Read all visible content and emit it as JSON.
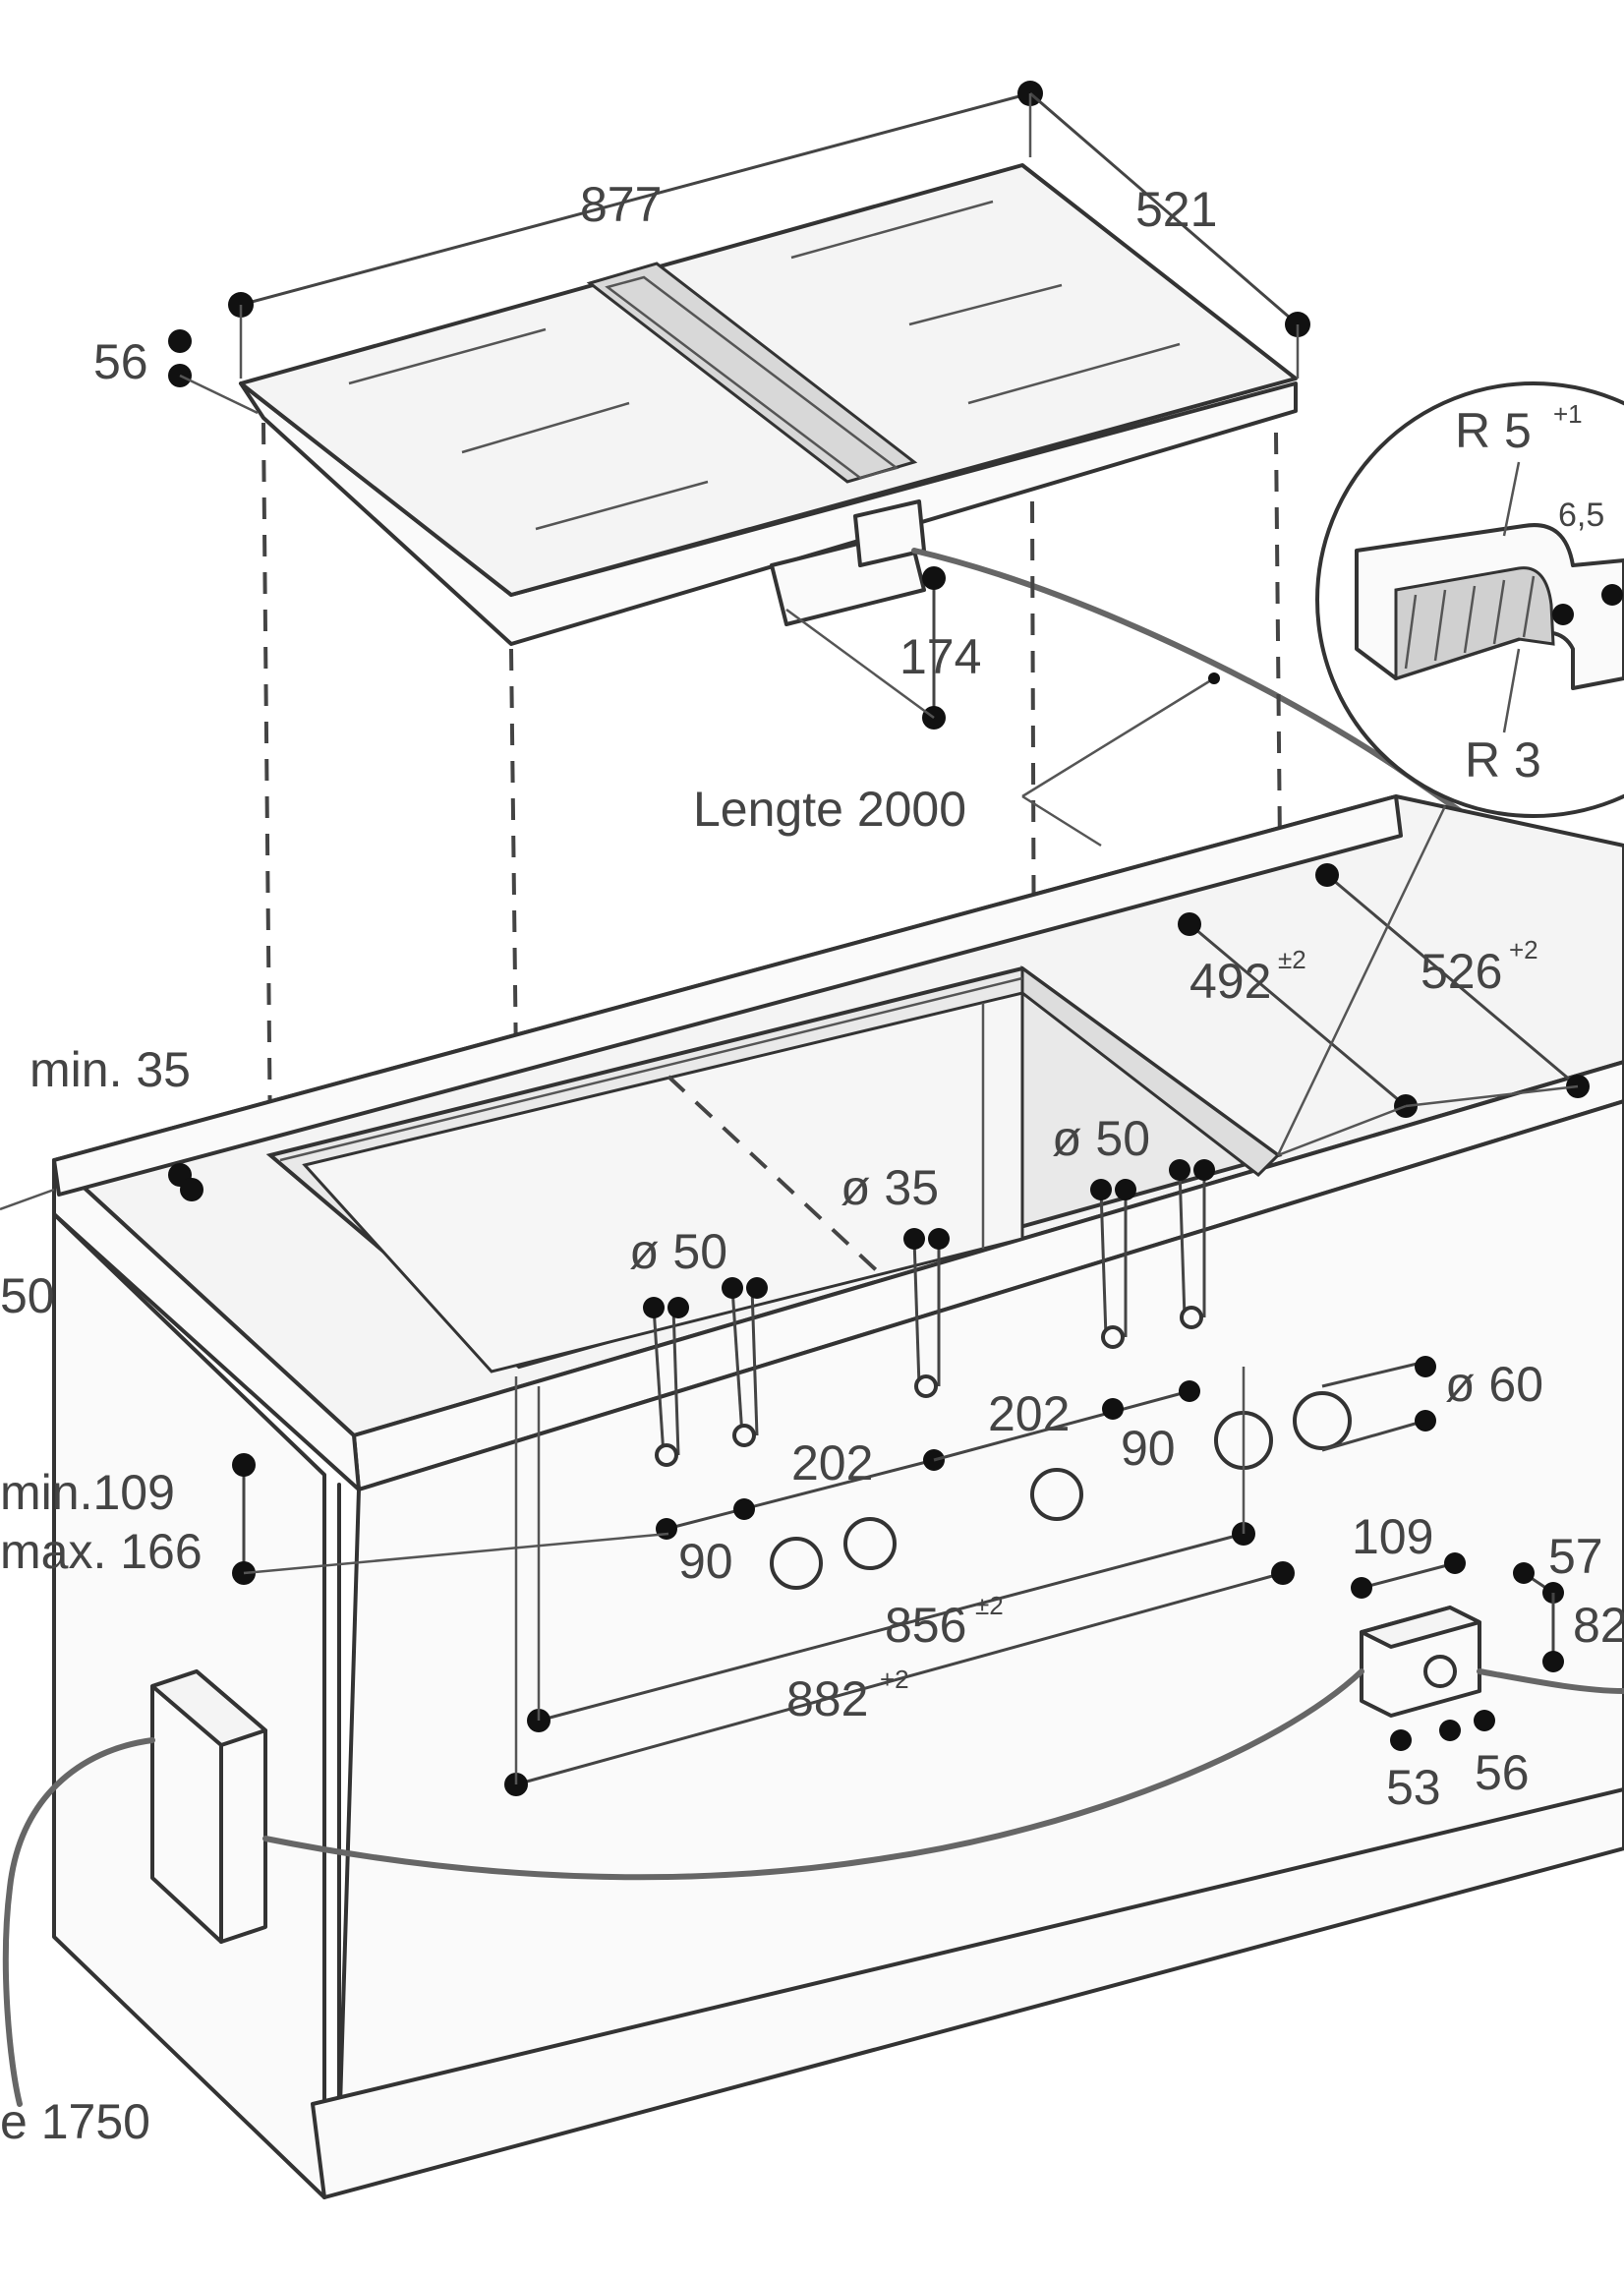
{
  "diagram": {
    "labels": {
      "width_877": "877",
      "depth_521": "521",
      "height_56": "56",
      "duct_174": "174",
      "cable_length": "Lengte 2000",
      "radius_top": "R 5",
      "radius_top_sup": "+1",
      "edge_6_5": "6,5",
      "radius_bottom": "R 3",
      "cutout_492": "492",
      "cutout_492_sup": "±2",
      "cutout_526": "526",
      "cutout_526_sup": "+2",
      "min_35": "min. 35",
      "left_partial_50": "50",
      "dia_50_center": "ø 50",
      "dia_35": "ø 35",
      "dia_50_left": "ø 50",
      "dia_60": "ø 60",
      "spacing_202_left": "202",
      "spacing_202_right": "202",
      "spacing_90_left": "90",
      "spacing_90_right": "90",
      "thickness_min": "min.109",
      "thickness_max": "max. 166",
      "width_856": "856",
      "width_856_sup": "±2",
      "width_882": "882",
      "width_882_sup": "+2",
      "box_109": "109",
      "box_57": "57",
      "box_82": "82",
      "box_53": "53",
      "box_56": "56",
      "cable_1750": "e 1750"
    }
  }
}
